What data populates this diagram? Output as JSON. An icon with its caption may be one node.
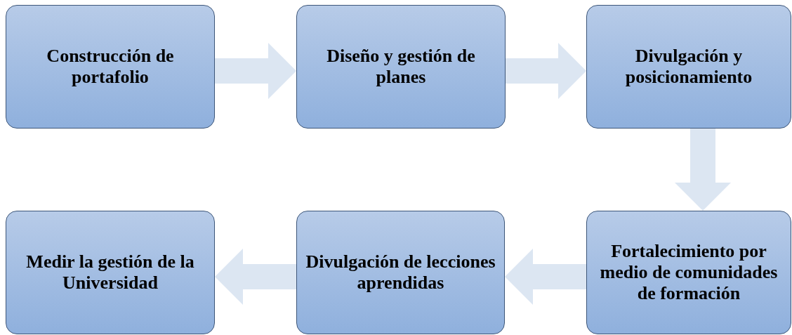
{
  "diagram": {
    "nodes": [
      {
        "text": [
          "Construcción de portafolio"
        ]
      },
      {
        "text": [
          "Diseño  y gestión de planes"
        ]
      },
      {
        "text": [
          "Divulgación y posicionamiento"
        ]
      },
      {
        "text": [
          "Fortalecimiento por medio de comunidades de formación"
        ]
      },
      {
        "text": [
          "Divulgación de lecciones aprendidas"
        ]
      },
      {
        "text": [
          "Medir la gestión de la Universidad"
        ]
      }
    ],
    "edges": [
      {
        "from": 0,
        "to": 1,
        "arrow": "to"
      },
      {
        "from": 1,
        "to": 2,
        "arrow": "to"
      },
      {
        "from": 2,
        "to": 3,
        "arrow": "to"
      },
      {
        "from": 3,
        "to": 4,
        "arrow": "to"
      },
      {
        "from": 4,
        "to": 5,
        "arrow": "to"
      }
    ]
  }
}
